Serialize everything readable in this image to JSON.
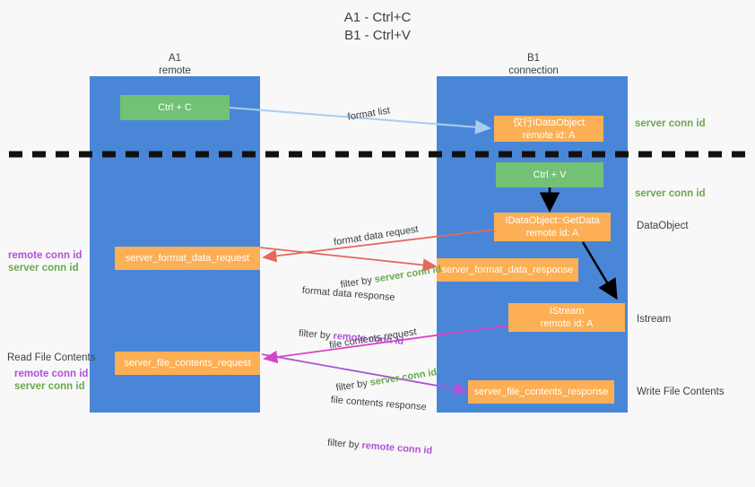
{
  "title": "A1 - Ctrl+C\nB1 - Ctrl+V",
  "columns": [
    {
      "name": "A1",
      "sub": "remote"
    },
    {
      "name": "B1",
      "sub": "connection"
    }
  ],
  "boxes": {
    "ctrl_c": "Ctrl + C",
    "ctrl_v": "Ctrl + V",
    "idataobject_top_line1": "仅行IDataObject",
    "idataobject_top_line2": "remote id: A",
    "getdata_line1": "IDataObject::GetData",
    "getdata_line2": "remote id: A",
    "istream_line1": "IStream",
    "istream_line2": "remote id: A",
    "server_format_data_request": "server_format_data_request",
    "server_format_data_response": "server_format_data_response",
    "server_file_contents_request": "server_file_contents_request",
    "server_file_contents_response": "server_file_contents_response"
  },
  "edge_labels": {
    "format_list": "format list",
    "format_data_request": "format data request",
    "format_data_request_filter_prefix": "filter by ",
    "format_data_request_filter_value": "server conn id",
    "format_data_response": "format data response",
    "format_data_response_filter_prefix": "filter by ",
    "format_data_response_filter_value": "remote conn id",
    "file_contents_request": "file contents request",
    "file_contents_request_filter_prefix": "filter by ",
    "file_contents_request_filter_value": "server conn id",
    "file_contents_response": "file contents response",
    "file_contents_response_filter_prefix": "filter by ",
    "file_contents_response_filter_value": "remote conn id"
  },
  "right_labels": {
    "server_conn_id_top": "server conn id",
    "server_conn_id_mid": "server conn id",
    "dataobject": "DataObject",
    "istream": "Istream",
    "write_file_contents": "Write File Contents"
  },
  "left_labels": {
    "remote_conn_id_mid": "remote conn id",
    "server_conn_id_mid": "server conn id",
    "read_file_contents": "Read File Contents",
    "remote_conn_id_bottom": "remote conn id",
    "server_conn_id_bottom": "server conn id"
  },
  "colors": {
    "lane": "#4a86d8",
    "green_box": "#72c174",
    "orange_box": "#fcaf54",
    "green_text": "#6aa84f",
    "purple_text": "#b14fd8",
    "arrow_light_blue": "#a8cdf0",
    "arrow_red": "#e8665c",
    "arrow_magenta": "#e040c8",
    "arrow_purple": "#a855d8",
    "arrow_black": "#000000",
    "background": "#f8f8f8"
  }
}
